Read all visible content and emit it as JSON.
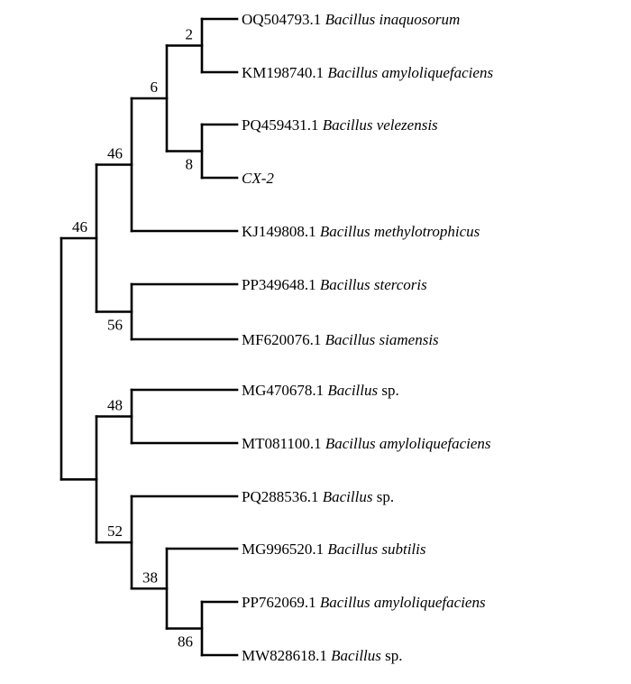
{
  "tree": {
    "id": "root",
    "support": "",
    "children": [
      {
        "id": "n46a",
        "support": "46",
        "children": [
          {
            "id": "n46b",
            "support": "46",
            "children": [
              {
                "id": "n6",
                "support": "6",
                "children": [
                  {
                    "id": "n2",
                    "support": "2",
                    "children": [
                      {
                        "leaf": 0
                      },
                      {
                        "leaf": 1
                      }
                    ]
                  },
                  {
                    "id": "n8",
                    "support": "8",
                    "children": [
                      {
                        "leaf": 2
                      },
                      {
                        "leaf": 3
                      }
                    ]
                  }
                ]
              },
              {
                "leaf": 4
              }
            ]
          },
          {
            "id": "n56",
            "support": "56",
            "children": [
              {
                "leaf": 5
              },
              {
                "leaf": 6
              }
            ]
          }
        ]
      },
      {
        "id": "nk",
        "support": "",
        "children": [
          {
            "id": "n48",
            "support": "48",
            "children": [
              {
                "leaf": 7
              },
              {
                "leaf": 8
              }
            ]
          },
          {
            "id": "n52",
            "support": "52",
            "children": [
              {
                "leaf": 9
              },
              {
                "id": "n38",
                "support": "38",
                "children": [
                  {
                    "leaf": 10
                  },
                  {
                    "id": "n86",
                    "support": "86",
                    "children": [
                      {
                        "leaf": 11
                      },
                      {
                        "leaf": 12
                      }
                    ]
                  }
                ]
              }
            ]
          }
        ]
      }
    ]
  },
  "leaves": [
    {
      "accession": "OQ504793.1",
      "species": "Bacillus inaquosorum",
      "suffix": ""
    },
    {
      "accession": "KM198740.1",
      "species": "Bacillus amyloliquefaciens",
      "suffix": ""
    },
    {
      "accession": "PQ459431.1",
      "species": "Bacillus velezensis",
      "suffix": ""
    },
    {
      "accession": "",
      "species": "CX-2",
      "suffix": ""
    },
    {
      "accession": "KJ149808.1",
      "species": "Bacillus methylotrophicus",
      "suffix": ""
    },
    {
      "accession": "PP349648.1",
      "species": "Bacillus stercoris",
      "suffix": ""
    },
    {
      "accession": "MF620076.1",
      "species": "Bacillus siamensis",
      "suffix": ""
    },
    {
      "accession": "MG470678.1",
      "species": "Bacillus",
      "suffix": "sp."
    },
    {
      "accession": "MT081100.1",
      "species": "Bacillus amyloliquefaciens",
      "suffix": ""
    },
    {
      "accession": "PQ288536.1",
      "species": "Bacillus",
      "suffix": "sp."
    },
    {
      "accession": "MG996520.1",
      "species": "Bacillus subtilis",
      "suffix": ""
    },
    {
      "accession": "PP762069.1",
      "species": "Bacillus amyloliquefaciens",
      "suffix": ""
    },
    {
      "accession": "MW828618.1",
      "species": "Bacillus",
      "suffix": "sp."
    }
  ]
}
